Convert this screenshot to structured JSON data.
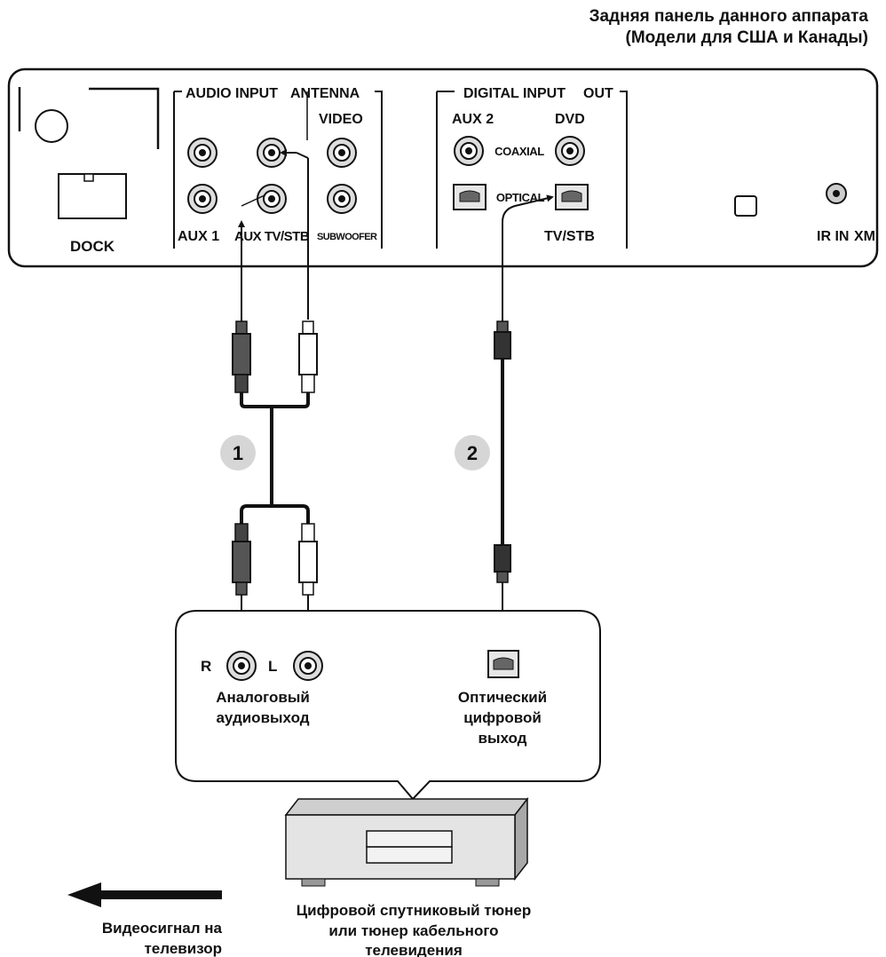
{
  "header": {
    "line1": "Задняя панель данного аппарата",
    "line2": "(Модели для США и Канады)"
  },
  "panel": {
    "dock_label": "DOCK",
    "audio_input_label": "AUDIO INPUT",
    "antenna_label": "ANTENNA",
    "video_label": "VIDEO",
    "aux1_label": "AUX 1",
    "tvstb_overlap_label": "AUX TV/STB",
    "subwoofer_label": "SUBWOOFER",
    "digital_input_label": "DIGITAL INPUT",
    "out_label": "OUT",
    "aux2_label": "AUX 2",
    "dvd_label": "DVD",
    "coaxial_label": "COAXIAL",
    "optical_label": "OPTICAL",
    "tvstb_label": "TV/STB",
    "ir_label": "IR IN",
    "xm_label": "XM"
  },
  "cables": {
    "badge1": "1",
    "badge2": "2"
  },
  "source_device": {
    "r_label": "R",
    "l_label": "L",
    "analog_line1": "Аналоговый",
    "analog_line2": "аудиовыход",
    "optical_line1": "Оптический",
    "optical_line2": "цифровой",
    "optical_line3": "выход"
  },
  "footer": {
    "video_line1": "Видеосигнал на",
    "video_line2": "телевизор",
    "tuner_line1": "Цифровой спутниковый тюнер",
    "tuner_line2": "или тюнер кабельного",
    "tuner_line3": "телевидения"
  }
}
